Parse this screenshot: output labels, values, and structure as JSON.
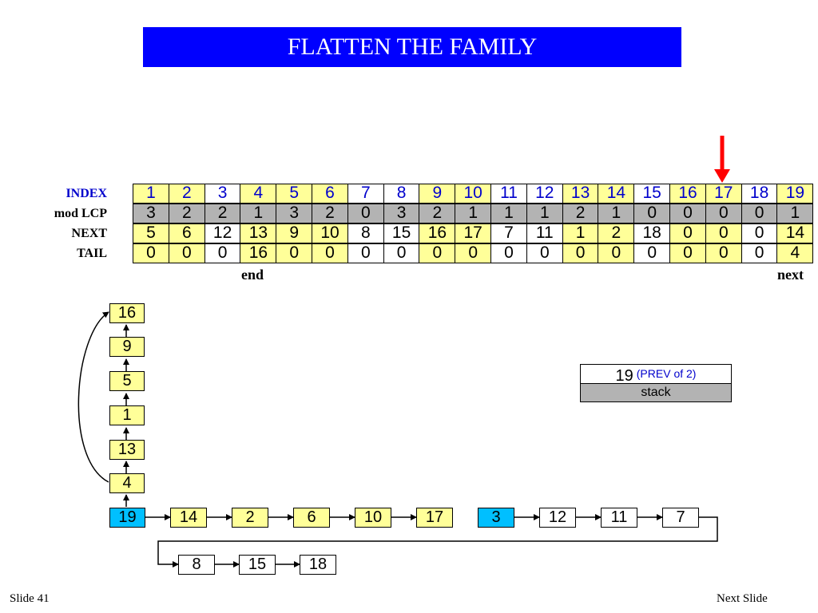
{
  "title": "FLATTEN THE FAMILY",
  "table": {
    "labels": {
      "index": "INDEX",
      "lcp": "mod LCP",
      "next": "NEXT",
      "tail": "TAIL"
    },
    "index": [
      "1",
      "2",
      "3",
      "4",
      "5",
      "6",
      "7",
      "8",
      "9",
      "10",
      "11",
      "12",
      "13",
      "14",
      "15",
      "16",
      "17",
      "18",
      "19"
    ],
    "lcp": [
      "3",
      "2",
      "2",
      "1",
      "3",
      "2",
      "0",
      "3",
      "2",
      "1",
      "1",
      "1",
      "2",
      "1",
      "0",
      "0",
      "0",
      "0",
      "1"
    ],
    "next": [
      "5",
      "6",
      "12",
      "13",
      "9",
      "10",
      "8",
      "15",
      "16",
      "17",
      "7",
      "11",
      "1",
      "2",
      "18",
      "0",
      "0",
      "0",
      "14"
    ],
    "tail": [
      "0",
      "0",
      "0",
      "16",
      "0",
      "0",
      "0",
      "0",
      "0",
      "0",
      "0",
      "0",
      "0",
      "0",
      "0",
      "0",
      "0",
      "0",
      "4"
    ],
    "end_label": "end",
    "next_label": "next",
    "highlight_colors": {
      "yellow": "#ffff99",
      "gray": "#b3b3b3",
      "cyan": "#00bfff",
      "index_text": "#0000cc",
      "arrow": "#ff0000"
    }
  },
  "chain": {
    "vertical": [
      "16",
      "9",
      "5",
      "1",
      "13",
      "4"
    ],
    "row1": [
      "19",
      "14",
      "2",
      "6",
      "10",
      "17",
      "3",
      "12",
      "11",
      "7"
    ],
    "row2": [
      "8",
      "15",
      "18"
    ]
  },
  "stack": {
    "value": "19",
    "note": "(PREV of 2)",
    "label": "stack"
  },
  "footer": {
    "slide": "Slide 41",
    "next": "Next Slide"
  }
}
